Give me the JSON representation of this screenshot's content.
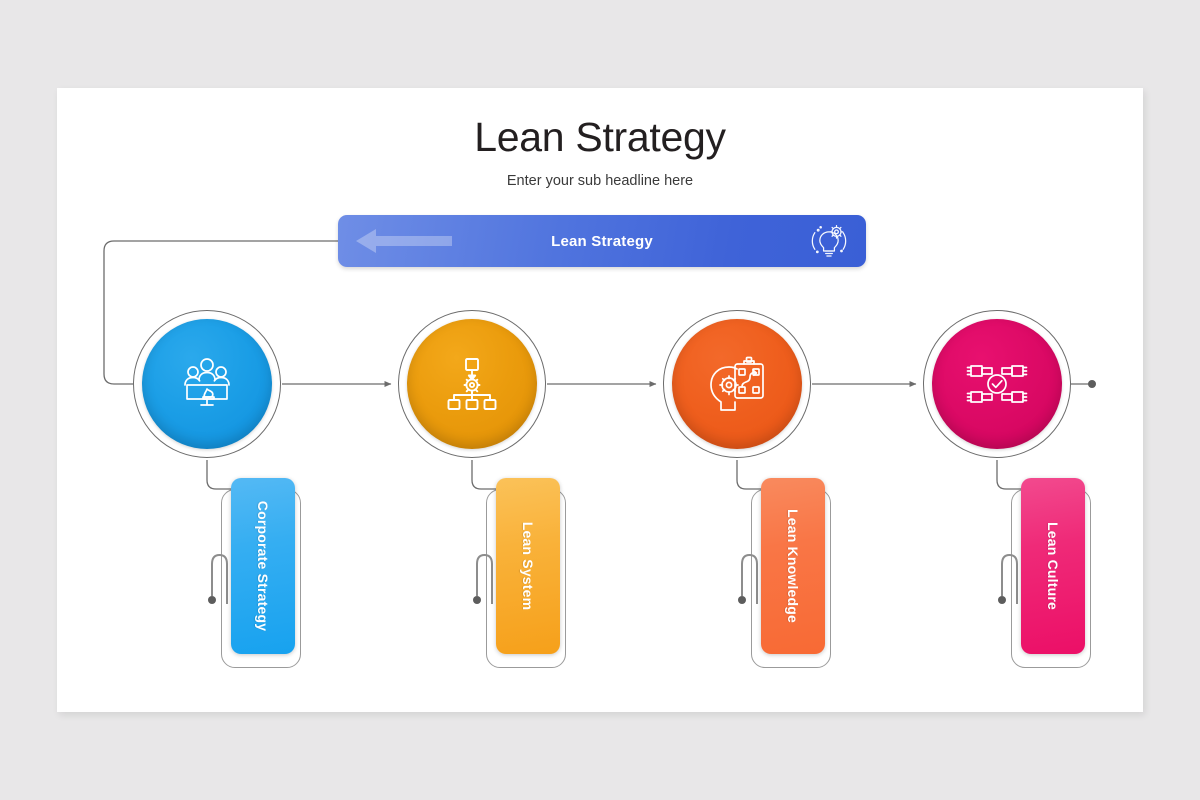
{
  "slide": {
    "title": "Lean Strategy",
    "subtitle": "Enter your sub headline here",
    "background_color": "#e8e7e8",
    "canvas_color": "#ffffff"
  },
  "banner": {
    "label": "Lean Strategy",
    "icon": "lightbulb-gear-icon",
    "arrow_icon": "left-arrow-watermark",
    "gradient_from": "#6f8ee6",
    "gradient_to": "#3a5fd6",
    "text_color": "#ffffff"
  },
  "steps": [
    {
      "id": "corporate-strategy",
      "label": "Corporate Strategy",
      "icon": "team-meeting-chess-icon",
      "circle_color": "#1b9ee6",
      "plate_color": "#35aef2"
    },
    {
      "id": "lean-system",
      "label": "Lean System",
      "icon": "flowchart-gear-icon",
      "circle_color": "#eb9c0d",
      "plate_color": "#f9b23a"
    },
    {
      "id": "lean-knowledge",
      "label": "Lean Knowledge",
      "icon": "head-gear-clipboard-icon",
      "circle_color": "#ef5f1e",
      "plate_color": "#f97646"
    },
    {
      "id": "lean-culture",
      "label": "Lean Culture",
      "icon": "hands-teamwork-check-icon",
      "circle_color": "#dd0a66",
      "plate_color": "#ef2a78"
    }
  ],
  "connectors": {
    "line_color": "#6c6c6c",
    "arrow_style": "triangle",
    "endpoint_style": "dot"
  }
}
